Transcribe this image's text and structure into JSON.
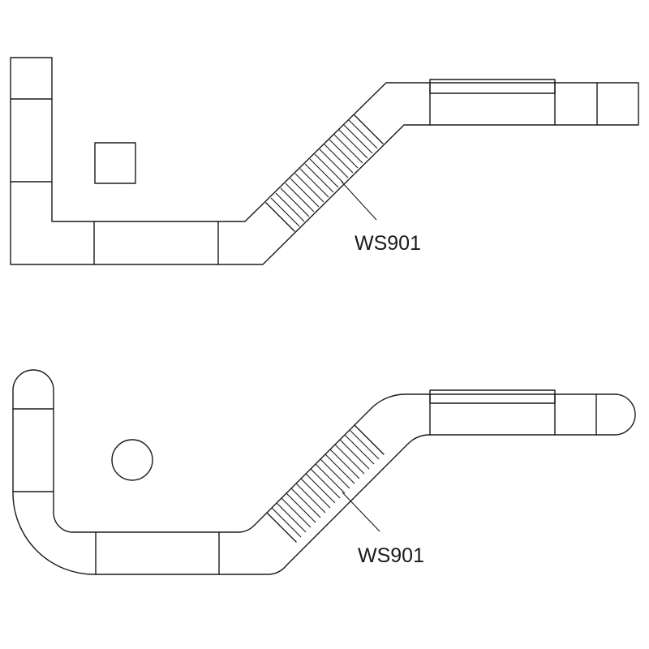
{
  "drawings": [
    {
      "style": "angular",
      "callout": {
        "label": "WS901"
      }
    },
    {
      "style": "rounded",
      "callout": {
        "label": "WS901"
      }
    }
  ],
  "colors": {
    "line": "#1a1a1a",
    "background": "#ffffff"
  }
}
